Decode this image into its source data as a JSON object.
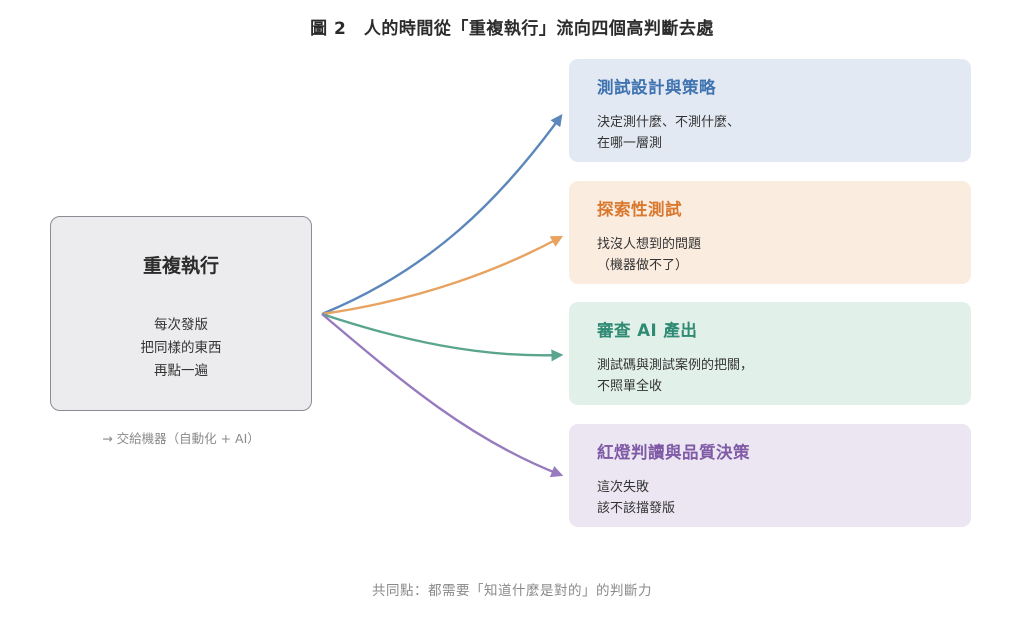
{
  "title": "圖 2　人的時間從「重複執行」流向四個高判斷去處",
  "source": {
    "title": "重複執行",
    "lines": [
      "每次發版",
      "把同樣的東西",
      "再點一遍"
    ],
    "handoff": "→ 交給機器（自動化 + AI）",
    "fill": "#ececee",
    "border": "#8a8d93"
  },
  "targets": [
    {
      "title": "測試設計與策略",
      "desc": "決定測什麼、不測什麼、\n在哪一層測",
      "color": "#3f73b0",
      "fill": "#e3e9f3",
      "arrow": "#5b87ba"
    },
    {
      "title": "探索性測試",
      "desc": "找沒人想到的問題\n（機器做不了）",
      "color": "#d9782f",
      "fill": "#fbece0",
      "arrow": "#e7a35f"
    },
    {
      "title": "審查 AI 產出",
      "desc": "測試碼與測試案例的把關，\n不照單全收",
      "color": "#2e8a72",
      "fill": "#e2f0ea",
      "arrow": "#5aa58e"
    },
    {
      "title": "紅燈判讀與品質決策",
      "desc": "這次失敗\n該不該擋發版",
      "color": "#7f5aa6",
      "fill": "#ebe6f1",
      "arrow": "#977bbe"
    }
  ],
  "footer": "共同點：都需要「知道什麼是對的」的判斷力"
}
